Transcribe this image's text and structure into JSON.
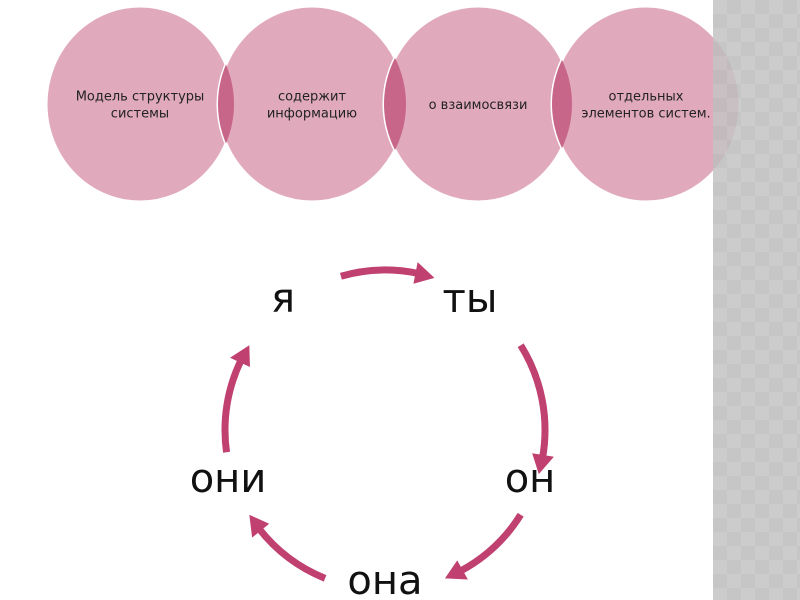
{
  "circles": [
    {
      "lines": [
        "Модель структуры",
        "системы"
      ]
    },
    {
      "lines": [
        "содержит",
        "информацию"
      ]
    },
    {
      "lines": [
        "о взаимосвязи"
      ]
    },
    {
      "lines": [
        "отдельных",
        "элементов систем."
      ]
    }
  ],
  "cycle": {
    "items": [
      "я",
      "ты",
      "он",
      "она",
      "они"
    ]
  },
  "colors": {
    "circle": "#dc9bb0",
    "overlap": "#c8668a",
    "arrow": "#c0416f"
  }
}
